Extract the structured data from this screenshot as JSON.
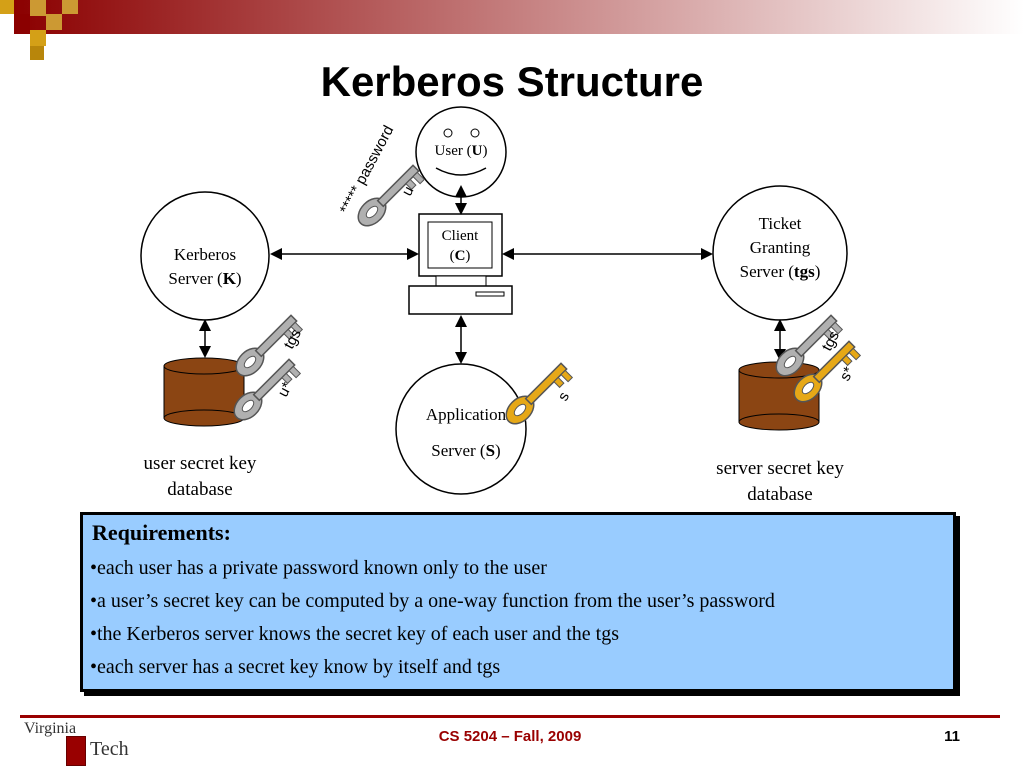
{
  "slide": {
    "title": "Kerberos Structure"
  },
  "diagram": {
    "user": {
      "prefix": "User (",
      "bold": "U",
      "suffix": ")"
    },
    "client": {
      "line1": "Client",
      "prefix": "(",
      "bold": "C",
      "suffix": ")"
    },
    "kerberos": {
      "line1": "Kerberos",
      "prefix": "Server (",
      "bold": "K",
      "suffix": ")"
    },
    "tgs": {
      "line1": "Ticket",
      "line2": "Granting",
      "prefix": "Server (",
      "bold": "tgs",
      "suffix": ")"
    },
    "app": {
      "line1": "Application",
      "prefix": "Server (",
      "bold": "S",
      "suffix": ")"
    },
    "password_label": "***** password",
    "keys": {
      "u": "u",
      "kerberos_tgs": "tgs",
      "kerberos_u": "u*",
      "s": "s",
      "tgs_tgs": "tgs",
      "tgs_s": "s*"
    },
    "user_db_label_1": "user secret key",
    "user_db_label_2": "database",
    "server_db_label_1": "server secret key",
    "server_db_label_2": "database"
  },
  "requirements": {
    "title": "Requirements:",
    "items": [
      "•each user has a private password known only to the user",
      "•a user’s secret key can be computed by a one-way function from the user’s password",
      "•the Kerberos server knows the secret key of each user and the tgs",
      "•each server has a secret key know by itself and tgs"
    ]
  },
  "footer": {
    "logo_line1": "Virginia",
    "logo_line2": "Tech",
    "course": "CS 5204 – Fall, 2009",
    "page": "11"
  },
  "colors": {
    "accent": "#990000",
    "panel": "#99ccff",
    "database": "#8b4513",
    "gold_key": "#e6a817",
    "silver_key": "#b0b0b0"
  }
}
